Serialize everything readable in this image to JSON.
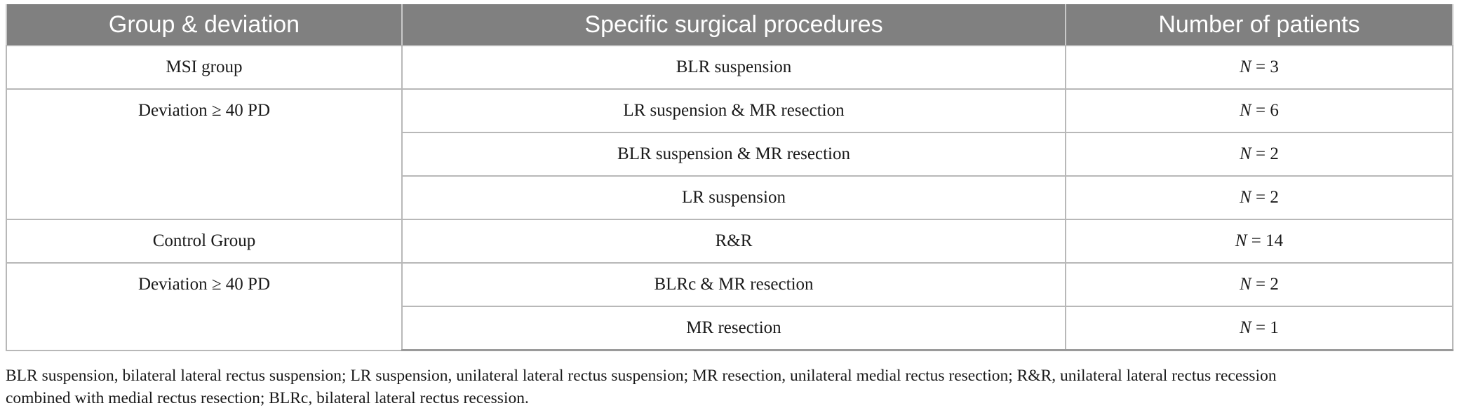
{
  "table": {
    "headers": [
      "Group & deviation",
      "Specific surgical procedures",
      "Number of patients"
    ],
    "rows": [
      {
        "group": "MSI group",
        "procedure": "BLR suspension",
        "n_var": "N",
        "n_value": "= 3"
      },
      {
        "group": "Deviation ≥ 40 PD",
        "procedure": "LR suspension & MR resection",
        "n_var": "N",
        "n_value": "= 6"
      },
      {
        "group": "",
        "procedure": "BLR suspension & MR resection",
        "n_var": "N",
        "n_value": "= 2"
      },
      {
        "group": "",
        "procedure": "LR suspension",
        "n_var": "N",
        "n_value": "= 2"
      },
      {
        "group": "Control Group",
        "procedure": "R&R",
        "n_var": "N",
        "n_value": "= 14"
      },
      {
        "group": "Deviation ≥ 40 PD",
        "procedure": "BLRc & MR resection",
        "n_var": "N",
        "n_value": "= 2"
      },
      {
        "group": "",
        "procedure": "MR resection",
        "n_var": "N",
        "n_value": "= 1"
      }
    ]
  },
  "footnote": {
    "line1": "BLR suspension, bilateral lateral rectus suspension; LR suspension, unilateral lateral rectus suspension; MR resection, unilateral medial rectus resection; R&R, unilateral lateral rectus recession",
    "line2": "combined with medial rectus resection; BLRc, bilateral lateral rectus recession."
  }
}
